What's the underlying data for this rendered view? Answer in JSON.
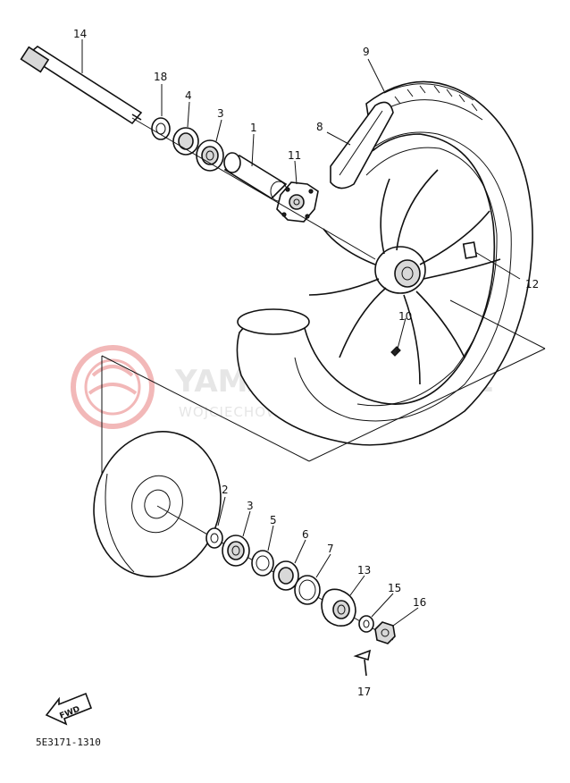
{
  "diagram": {
    "part_numbers": [
      "1",
      "2",
      "3",
      "3",
      "4",
      "5",
      "6",
      "7",
      "8",
      "9",
      "10",
      "11",
      "12",
      "13",
      "14",
      "15",
      "16",
      "17",
      "18"
    ],
    "labels": {
      "p1": "1",
      "p2": "2",
      "p3a": "3",
      "p3b": "3",
      "p4": "4",
      "p5": "5",
      "p6": "6",
      "p7": "7",
      "p8": "8",
      "p9": "9",
      "p10": "10",
      "p11": "11",
      "p12": "12",
      "p13": "13",
      "p14": "14",
      "p15": "15",
      "p16": "16",
      "p17": "17",
      "p18": "18"
    },
    "fwd_label": "FWD",
    "diagram_code": "5E3171-1310",
    "watermark": {
      "brand": "YAMAHA",
      "domain_suffix": ".PL",
      "subtitle": "WOJCIECHOWICZ - DEALER YAMAHA"
    },
    "colors": {
      "ink": "#111111",
      "watermark_logo": "#f2b8b8",
      "watermark_text": "#e6e6e6"
    }
  }
}
